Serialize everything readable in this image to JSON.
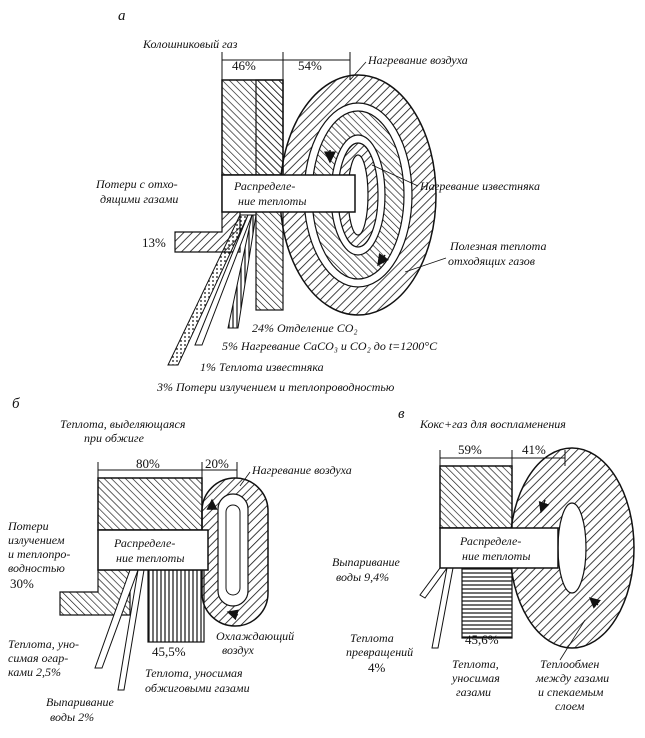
{
  "panel_a": {
    "letter": "a",
    "top_label": "Колошниковый газ",
    "pct_left": "46%",
    "pct_right": "54%",
    "air_heating": "Нагревание воздуха",
    "limestone_heating": "Нагревание известняка",
    "loss_exhaust_1": "Потери с отхо-",
    "loss_exhaust_2": "дящими газами",
    "loss_exhaust_pct": "13%",
    "useful_heat_1": "Полезная теплота",
    "useful_heat_2": "отходящих газов",
    "distribution_1": "Распределе-",
    "distribution_2": "ние теплоты",
    "co2_release": "24% Отделение CO₂",
    "caco3_heating": "5% Нагревание CaCO₃ и CO₂ до t=1200°C",
    "limestone_heat": "1% Теплота известняка",
    "radiation_loss": "3% Потери излучением и теплопроводностью"
  },
  "panel_b": {
    "letter": "б",
    "top_label_1": "Теплота, выделяющаяся",
    "top_label_2": "при обжиге",
    "pct_left": "80%",
    "pct_right": "20%",
    "air_heating": "Нагревание воздуха",
    "loss_1": "Потери",
    "loss_2": "излучением",
    "loss_3": "и теплопро-",
    "loss_4": "водностью",
    "loss_pct": "30%",
    "distribution_1": "Распределе-",
    "distribution_2": "ние теплоты",
    "cooling_1": "Охлаждающий",
    "cooling_2": "воздух",
    "cinder_1": "Теплота, уно-",
    "cinder_2": "симая огар-",
    "cinder_3": "ками 2,5%",
    "exhaust_pct": "45,5%",
    "exhaust_1": "Теплота, уносимая",
    "exhaust_2": "обжиговыми газами",
    "water_1": "Выпаривание",
    "water_2": "воды 2%"
  },
  "panel_c": {
    "letter": "в",
    "top_label": "Кокс+газ для воспламенения",
    "pct_left": "59%",
    "pct_right": "41%",
    "water_1": "Выпаривание",
    "water_2": "воды 9,4%",
    "distribution_1": "Распределе-",
    "distribution_2": "ние теплоты",
    "transform_1": "Теплота",
    "transform_2": "превращений",
    "transform_3": "4%",
    "gas_pct": "45,6%",
    "gas_1": "Теплота,",
    "gas_2": "уносимая",
    "gas_3": "газами",
    "exchange_1": "Теплообмен",
    "exchange_2": "между газами",
    "exchange_3": "и спекаемым",
    "exchange_4": "слоем"
  }
}
